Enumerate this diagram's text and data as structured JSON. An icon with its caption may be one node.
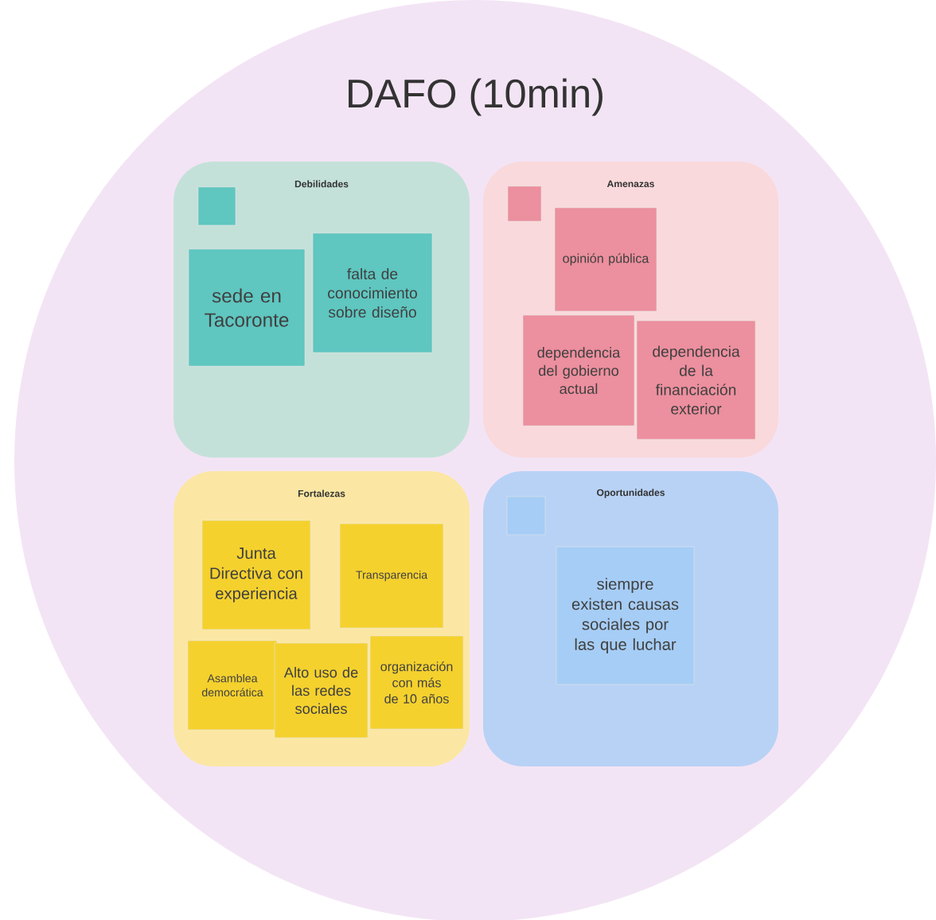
{
  "diagram": {
    "title": "DAFO (10min)",
    "nodes": [
      {
        "text": [],
        "shape": "circle"
      },
      {
        "text": [
          "Debilidades"
        ],
        "in": 0
      },
      {
        "text": [],
        "shape": "box",
        "in": 1
      },
      {
        "text": [
          "sede en Tacoronte"
        ],
        "in": 1
      },
      {
        "text": [
          "falta de conocimiento sobre diseño"
        ],
        "in": 1
      },
      {
        "text": [
          "Amenazas"
        ],
        "in": 0
      },
      {
        "text": [],
        "shape": "box",
        "in": 5
      },
      {
        "text": [
          "opinión pública"
        ],
        "in": 5
      },
      {
        "text": [
          "dependencia del gobierno actual"
        ],
        "in": 5
      },
      {
        "text": [
          "dependencia de la financiación exterior"
        ],
        "in": 5
      },
      {
        "text": [
          "Fortalezas"
        ],
        "in": 0
      },
      {
        "text": [
          "Junta Directiva con experiencia"
        ],
        "in": 10
      },
      {
        "text": [
          "Transparencia"
        ],
        "in": 10
      },
      {
        "text": [
          "Asamblea democrática"
        ],
        "in": 10
      },
      {
        "text": [
          "Alto uso de las redes sociales"
        ],
        "in": 10
      },
      {
        "text": [
          "organización con más de 10 años"
        ],
        "in": 10
      },
      {
        "text": [
          "Oportunidades"
        ],
        "in": 0
      },
      {
        "text": [],
        "shape": "box",
        "in": 16
      },
      {
        "text": [
          "siempre existen causas sociales por las que luchar"
        ],
        "in": 16
      }
    ]
  }
}
